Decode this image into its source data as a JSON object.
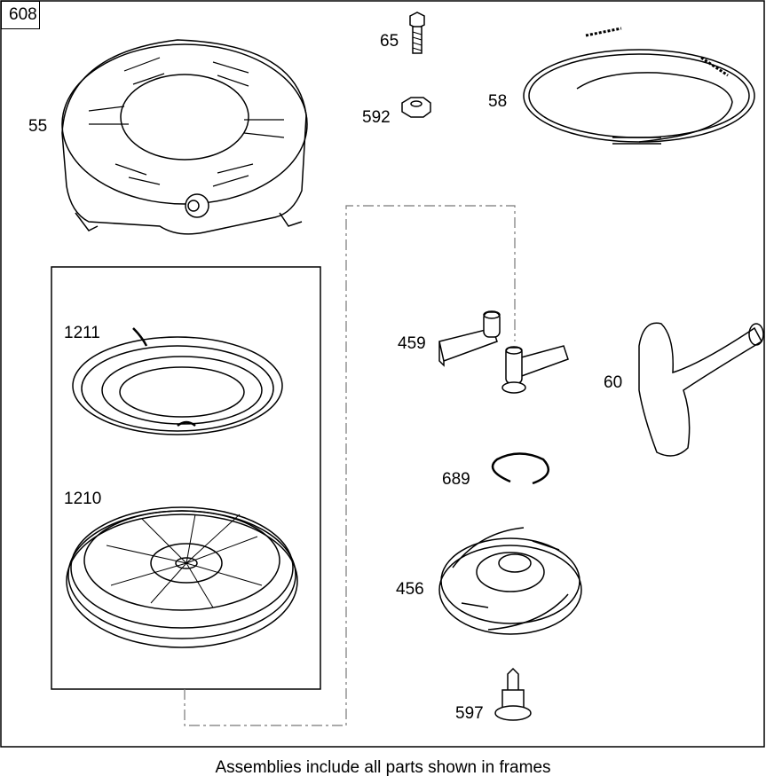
{
  "page_number": "608",
  "caption": "Assemblies include all parts shown in frames",
  "parts": [
    {
      "ref": "65",
      "icon": "hex-bolt"
    },
    {
      "ref": "592",
      "icon": "hex-nut"
    },
    {
      "ref": "58",
      "icon": "starter-rope"
    },
    {
      "ref": "55",
      "icon": "blower-housing"
    },
    {
      "ref": "1211",
      "icon": "recoil-spring"
    },
    {
      "ref": "1210",
      "icon": "starter-pulley"
    },
    {
      "ref": "459",
      "icon": "pawl"
    },
    {
      "ref": "60",
      "icon": "starter-handle"
    },
    {
      "ref": "689",
      "icon": "retaining-ring"
    },
    {
      "ref": "456",
      "icon": "pawl-retainer"
    },
    {
      "ref": "597",
      "icon": "shoulder-screw"
    }
  ]
}
